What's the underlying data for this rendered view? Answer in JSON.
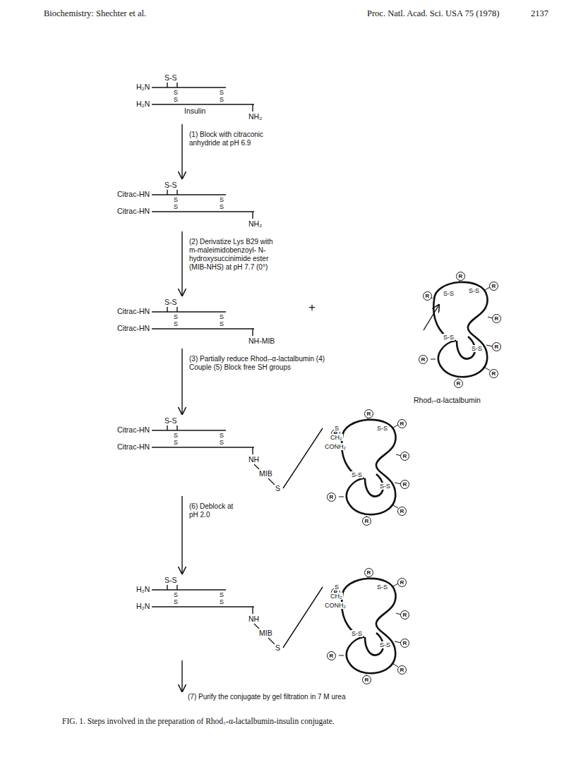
{
  "diagram": {
    "caption": "FIG. 1. Steps involved in the preparation of Rhod₇-α-lactalbumin-insulin conjugate.",
    "nodes": [
      {
        "text": [
          "S-S",
          "H₂N",
          "S",
          "S",
          "S",
          "S",
          "H₂N",
          "Insulin",
          "NH₂"
        ]
      },
      {
        "text": [
          "S-S",
          "Citrac-HN",
          "S",
          "S",
          "S",
          "S",
          "Citrac-HN",
          "NH₂"
        ]
      },
      {
        "text": [
          "S-S",
          "Citrac-HN",
          "S",
          "S",
          "S",
          "S",
          "Citrac-HN",
          "NH-MIB"
        ]
      },
      {
        "text": [
          "R",
          "R",
          "R",
          "R",
          "R",
          "R",
          "R",
          "R",
          "S-S",
          "S-S",
          "S-S",
          "S-S",
          "Rhod₇-α-lactalbumin"
        ]
      },
      {
        "text": [
          "S-S",
          "Citrac-HN",
          "S",
          "S",
          "S",
          "S",
          "Citrac-HN",
          "NH",
          "MIB",
          "S"
        ]
      },
      {
        "text": [
          "R",
          "R",
          "R",
          "R",
          "R",
          "R",
          "R",
          "R",
          "S",
          "CH₂",
          "CONH₂",
          "S-S",
          "S-S",
          "S-S"
        ]
      },
      {
        "text": [
          "S-S",
          "H₂N",
          "S",
          "S",
          "S",
          "S",
          "H₂N",
          "NH",
          "MIB",
          "S"
        ]
      },
      {
        "text": [
          "R",
          "R",
          "R",
          "R",
          "R",
          "R",
          "R",
          "R",
          "S",
          "CH₂",
          "CONH₂",
          "S-S",
          "S-S",
          "S-S"
        ]
      }
    ],
    "edges": [
      {
        "from": 0,
        "to": 1,
        "arrow": "to",
        "label": "(1) Block with citraconic anhydride at pH 6.9"
      },
      {
        "from": 1,
        "to": 2,
        "arrow": "to",
        "label": "(2) Derivatize Lys B29 with m-maleimidobenzoyl- N-hydroxysuccinimide ester (MIB-NHS) at pH 7.7 (0°)"
      },
      {
        "from": 2,
        "to": 4,
        "arrow": "to",
        "label": "(3) Partially reduce Rhod₇-α-lactalbumin (4) Couple (5) Block free SH groups"
      },
      {
        "from": 4,
        "to": 5,
        "arrow": "none"
      },
      {
        "from": 4,
        "to": 6,
        "arrow": "to",
        "label": "(6) Deblock at pH 2.0"
      },
      {
        "from": 6,
        "to": 7,
        "arrow": "none"
      }
    ],
    "labels": [
      "Biochemistry: Shechter et al.",
      "Proc. Natl. Acad. Sci. USA 75 (1978)",
      "2137",
      "+",
      "(7) Purify the conjugate by gel filtration in 7 M urea"
    ]
  }
}
